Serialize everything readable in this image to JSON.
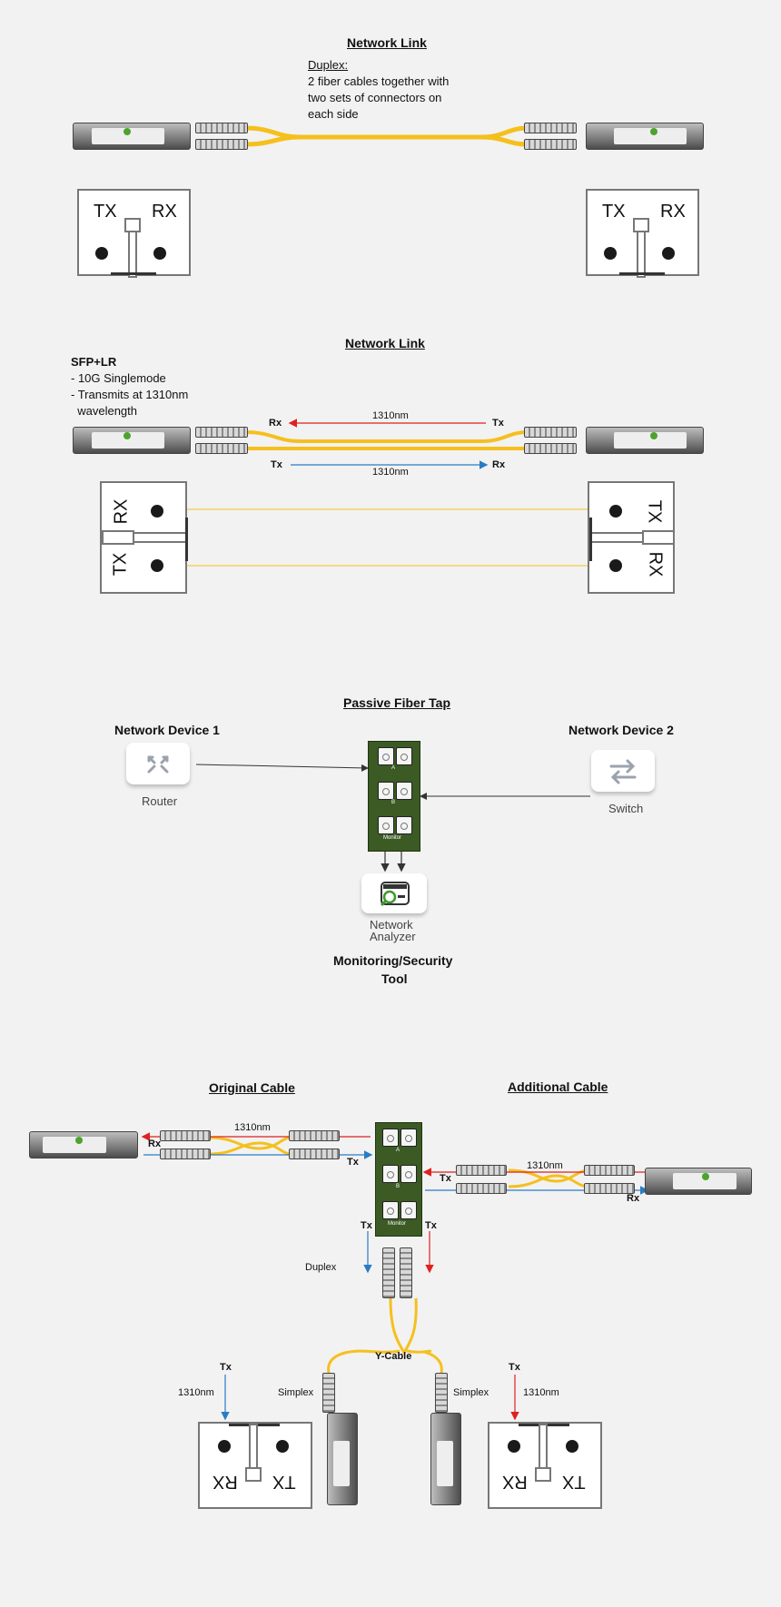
{
  "section1": {
    "title": "Network Link",
    "duplex_heading": "Duplex:",
    "duplex_lines": [
      "2 fiber cables together with",
      "two sets of connectors on",
      "each side"
    ],
    "left_port": {
      "tx": "TX",
      "rx": "RX"
    },
    "right_port": {
      "tx": "TX",
      "rx": "RX"
    }
  },
  "section2": {
    "title": "Network Link",
    "sfp_heading": "SFP+LR",
    "sfp_lines": [
      "- 10G Singlemode",
      "- Transmits at 1310nm",
      "  wavelength"
    ],
    "top_rx": "Rx",
    "top_wave": "1310nm",
    "top_tx": "Tx",
    "bottom_tx": "Tx",
    "bottom_wave": "1310nm",
    "bottom_rx": "Rx",
    "left_port": {
      "rx": "RX",
      "tx": "TX"
    },
    "right_port": {
      "tx": "TX",
      "rx": "RX"
    }
  },
  "section3": {
    "title": "Passive Fiber Tap",
    "device1_title": "Network Device 1",
    "device1_name": "Router",
    "device2_title": "Network Device 2",
    "device2_name": "Switch",
    "analyzer_name_1": "Network",
    "analyzer_name_2": "Analyzer",
    "tool_line_1": "Monitoring/Security",
    "tool_line_2": "Tool",
    "tap_labels": [
      "A",
      "B",
      "Monitor"
    ]
  },
  "section4": {
    "original_title": "Original Cable",
    "additional_title": "Additional Cable",
    "orig_wave": "1310nm",
    "orig_rx": "Rx",
    "orig_tx": "Tx",
    "add_wave": "1310nm",
    "add_tx": "Tx",
    "add_rx": "Rx",
    "tap_tx_left": "Tx",
    "tap_tx_right": "Tx",
    "tap_labels": [
      "A",
      "B",
      "Monitor"
    ],
    "duplex_label": "Duplex",
    "ycable_label": "Y-Cable",
    "left_tx": "Tx",
    "left_wave": "1310nm",
    "left_simplex": "Simplex",
    "right_simplex": "Simplex",
    "right_tx": "Tx",
    "right_wave": "1310nm",
    "left_port": {
      "rx": "RX",
      "tx": "TX"
    },
    "right_port": {
      "rx": "RX",
      "tx": "TX"
    }
  },
  "colors": {
    "fiber": "#f5c01e",
    "rx_arrow": "#e02020",
    "tx_arrow": "#2b7bc4",
    "tap_green": "#3b5a24"
  }
}
